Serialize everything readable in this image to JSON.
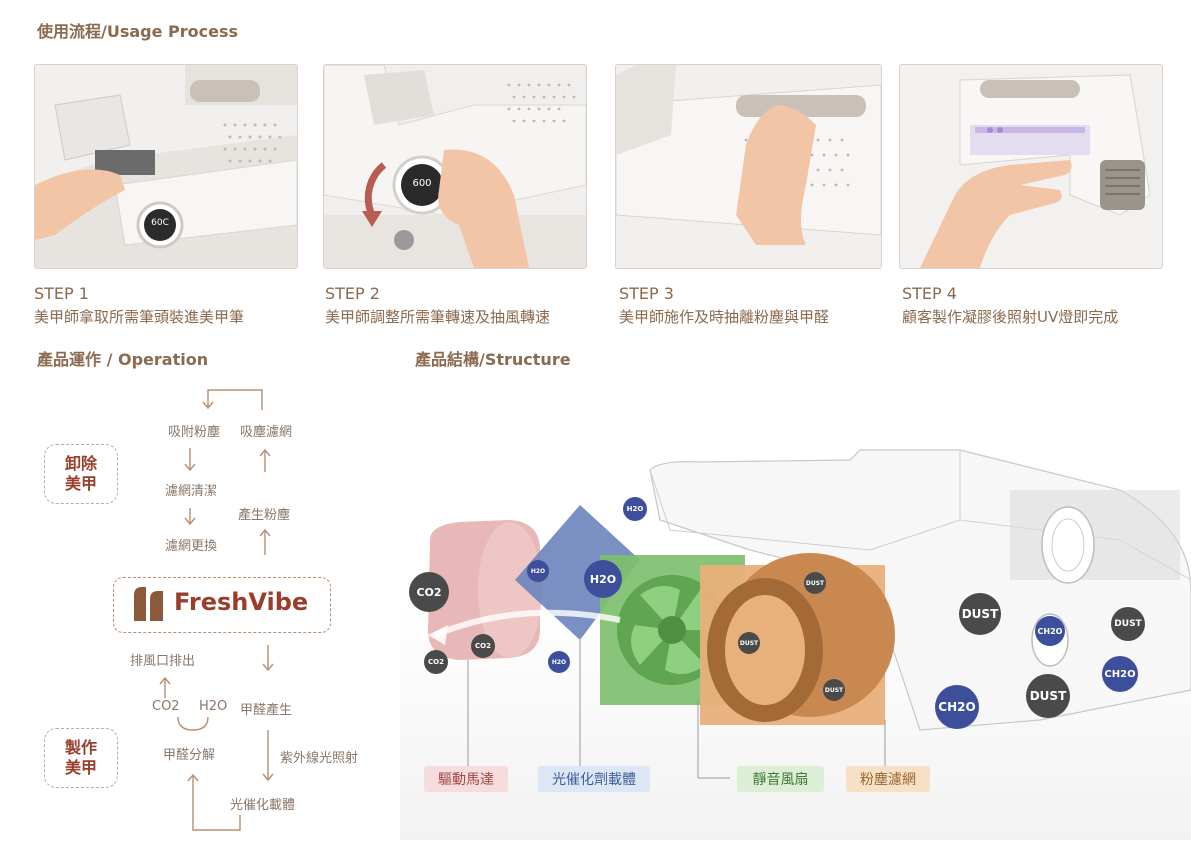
{
  "usage": {
    "title": "使用流程/Usage Process",
    "steps": [
      {
        "label": "STEP 1",
        "desc": "美甲師拿取所需筆頭裝進美甲筆",
        "dial": "60C"
      },
      {
        "label": "STEP 2",
        "desc": "美甲師調整所需筆轉速及抽風轉速",
        "dial": "600"
      },
      {
        "label": "STEP 3",
        "desc": "美甲師施作及時抽離粉塵與甲醛"
      },
      {
        "label": "STEP 4",
        "desc": "顧客製作凝膠後照射UV燈即完成"
      }
    ]
  },
  "operation": {
    "title": "產品運作 / Operation",
    "tag_top": [
      "卸除",
      "美甲"
    ],
    "tag_bottom": [
      "製作",
      "美甲"
    ],
    "brand": "FreshVibe",
    "nodes": {
      "adsorb_dust": "吸附粉塵",
      "dust_filter": "吸塵濾網",
      "filter_clean": "濾網清潔",
      "dust_produce": "產生粉塵",
      "filter_replace": "濾網更換",
      "exhaust": "排風口排出",
      "co2": "CO2",
      "h2o": "H2O",
      "formaldehyde_produce": "甲醛產生",
      "formaldehyde_decompose": "甲醛分解",
      "uv": "紫外線光照射",
      "photocatalyst": "光催化載體"
    }
  },
  "structure": {
    "title": "產品結構/Structure",
    "legend": [
      {
        "label": "驅動馬達",
        "bg": "#f6dcdc",
        "fg": "#a04545"
      },
      {
        "label": "光催化劑載體",
        "bg": "#dde6f4",
        "fg": "#3d5f9a"
      },
      {
        "label": "靜音風扇",
        "bg": "#dcefd6",
        "fg": "#3f7a39"
      },
      {
        "label": "粉塵濾網",
        "bg": "#f6e0c6",
        "fg": "#9a6630"
      }
    ],
    "bubbles": {
      "co2": "CO2",
      "h2o": "H2O",
      "dust": "DUST",
      "ch2o": "CH2O"
    },
    "colors": {
      "dark": "#4a4a4a",
      "blue": "#3d4f9a",
      "motor": "#e8b8b8",
      "catalyst": "#6f86bd",
      "fan": "#7ec070",
      "filter": "#e8b07a"
    }
  }
}
